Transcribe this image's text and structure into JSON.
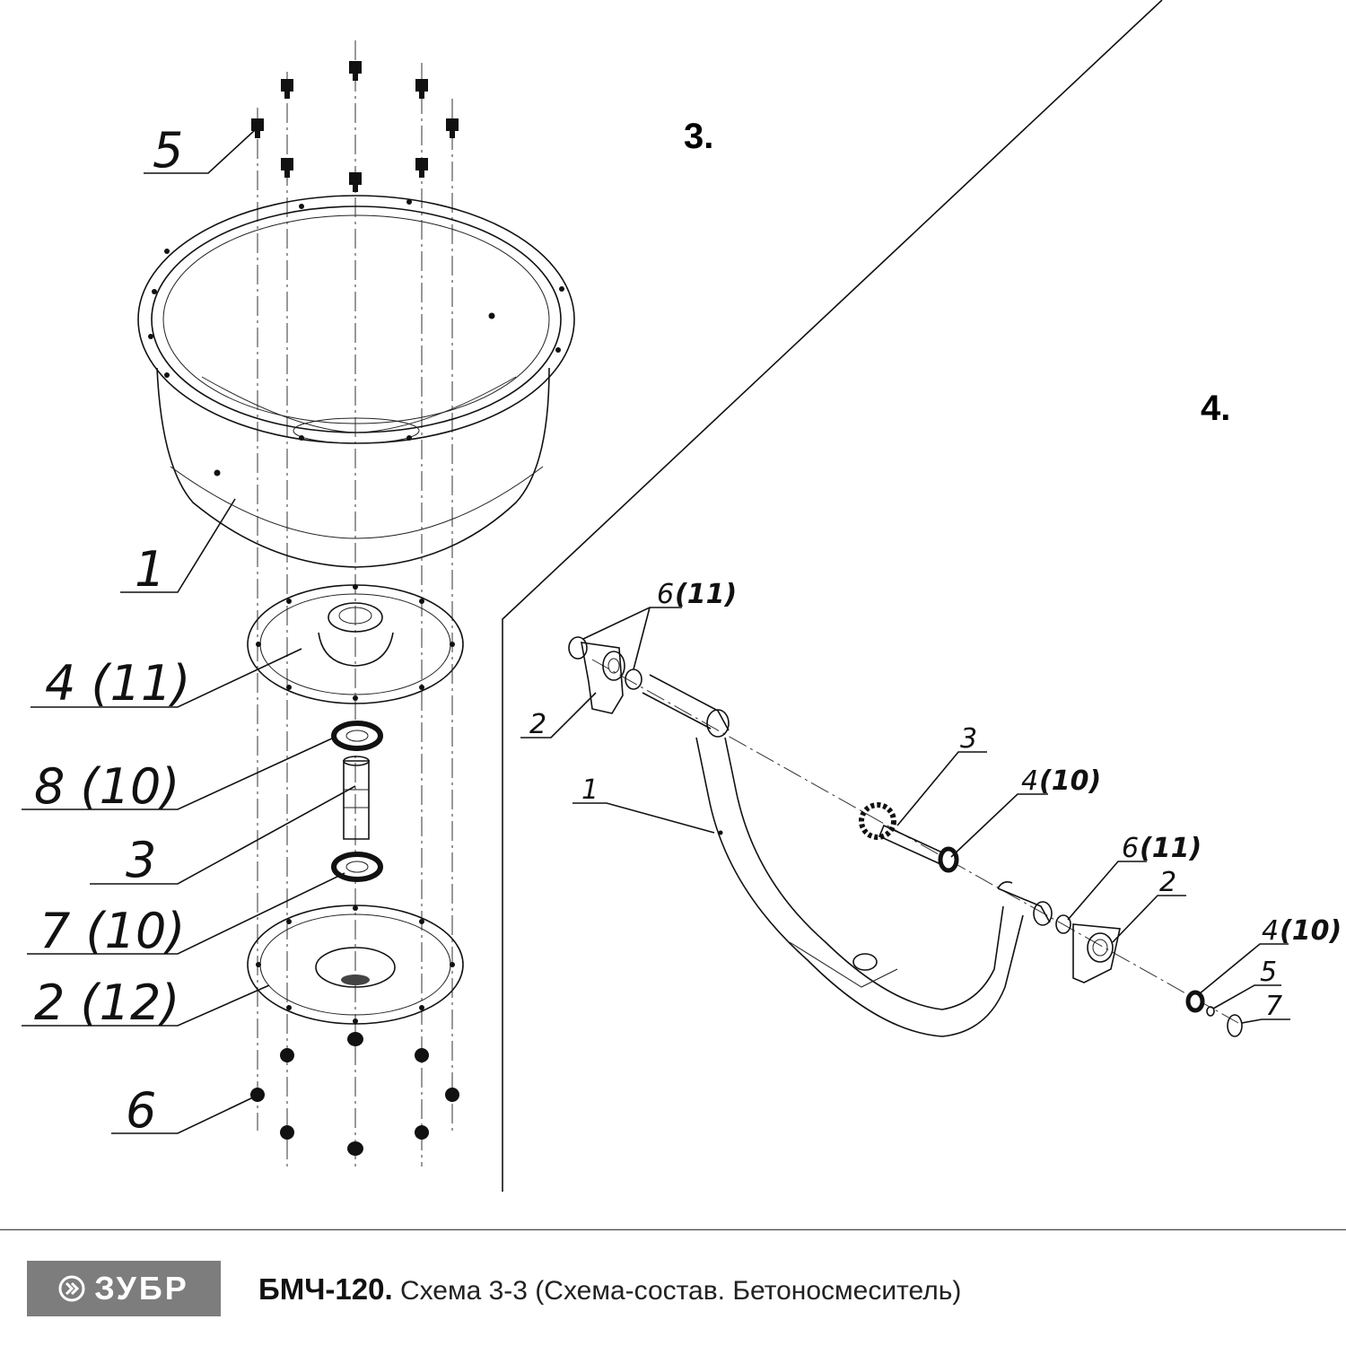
{
  "sections": {
    "left": {
      "number": "3.",
      "labels": {
        "bolts_top": "5",
        "bowl": "1",
        "top_disc": "4 (11)",
        "bearing_top": "8 (10)",
        "shaft": "3",
        "bearing_bottom": "7 (10)",
        "bottom_disc": "2 (12)",
        "nuts_bottom": "6"
      }
    },
    "right": {
      "number": "4.",
      "labels": {
        "ring_left": "6",
        "ring_left_qty": "(11)",
        "bracket_left": "2",
        "frame": "1",
        "gear_shaft": "3",
        "bearing_mid": "4",
        "bearing_mid_qty": "(10)",
        "ring_right": "6",
        "ring_right_qty": "(11)",
        "bracket_right": "2",
        "bearing_end": "4",
        "bearing_end_qty": "(10)",
        "washer": "5",
        "circlip": "7"
      }
    }
  },
  "footer": {
    "brand": "ЗУБР",
    "model": "БМЧ-120.",
    "caption": " Схема 3-3 (Схема-состав. Бетоносмеситель)"
  },
  "colors": {
    "brand_bg": "#7d7d7d",
    "brand_text": "#ffffff",
    "line": "#111111"
  },
  "icons": {
    "brand_mark": "double-chevron-arrow-icon"
  }
}
